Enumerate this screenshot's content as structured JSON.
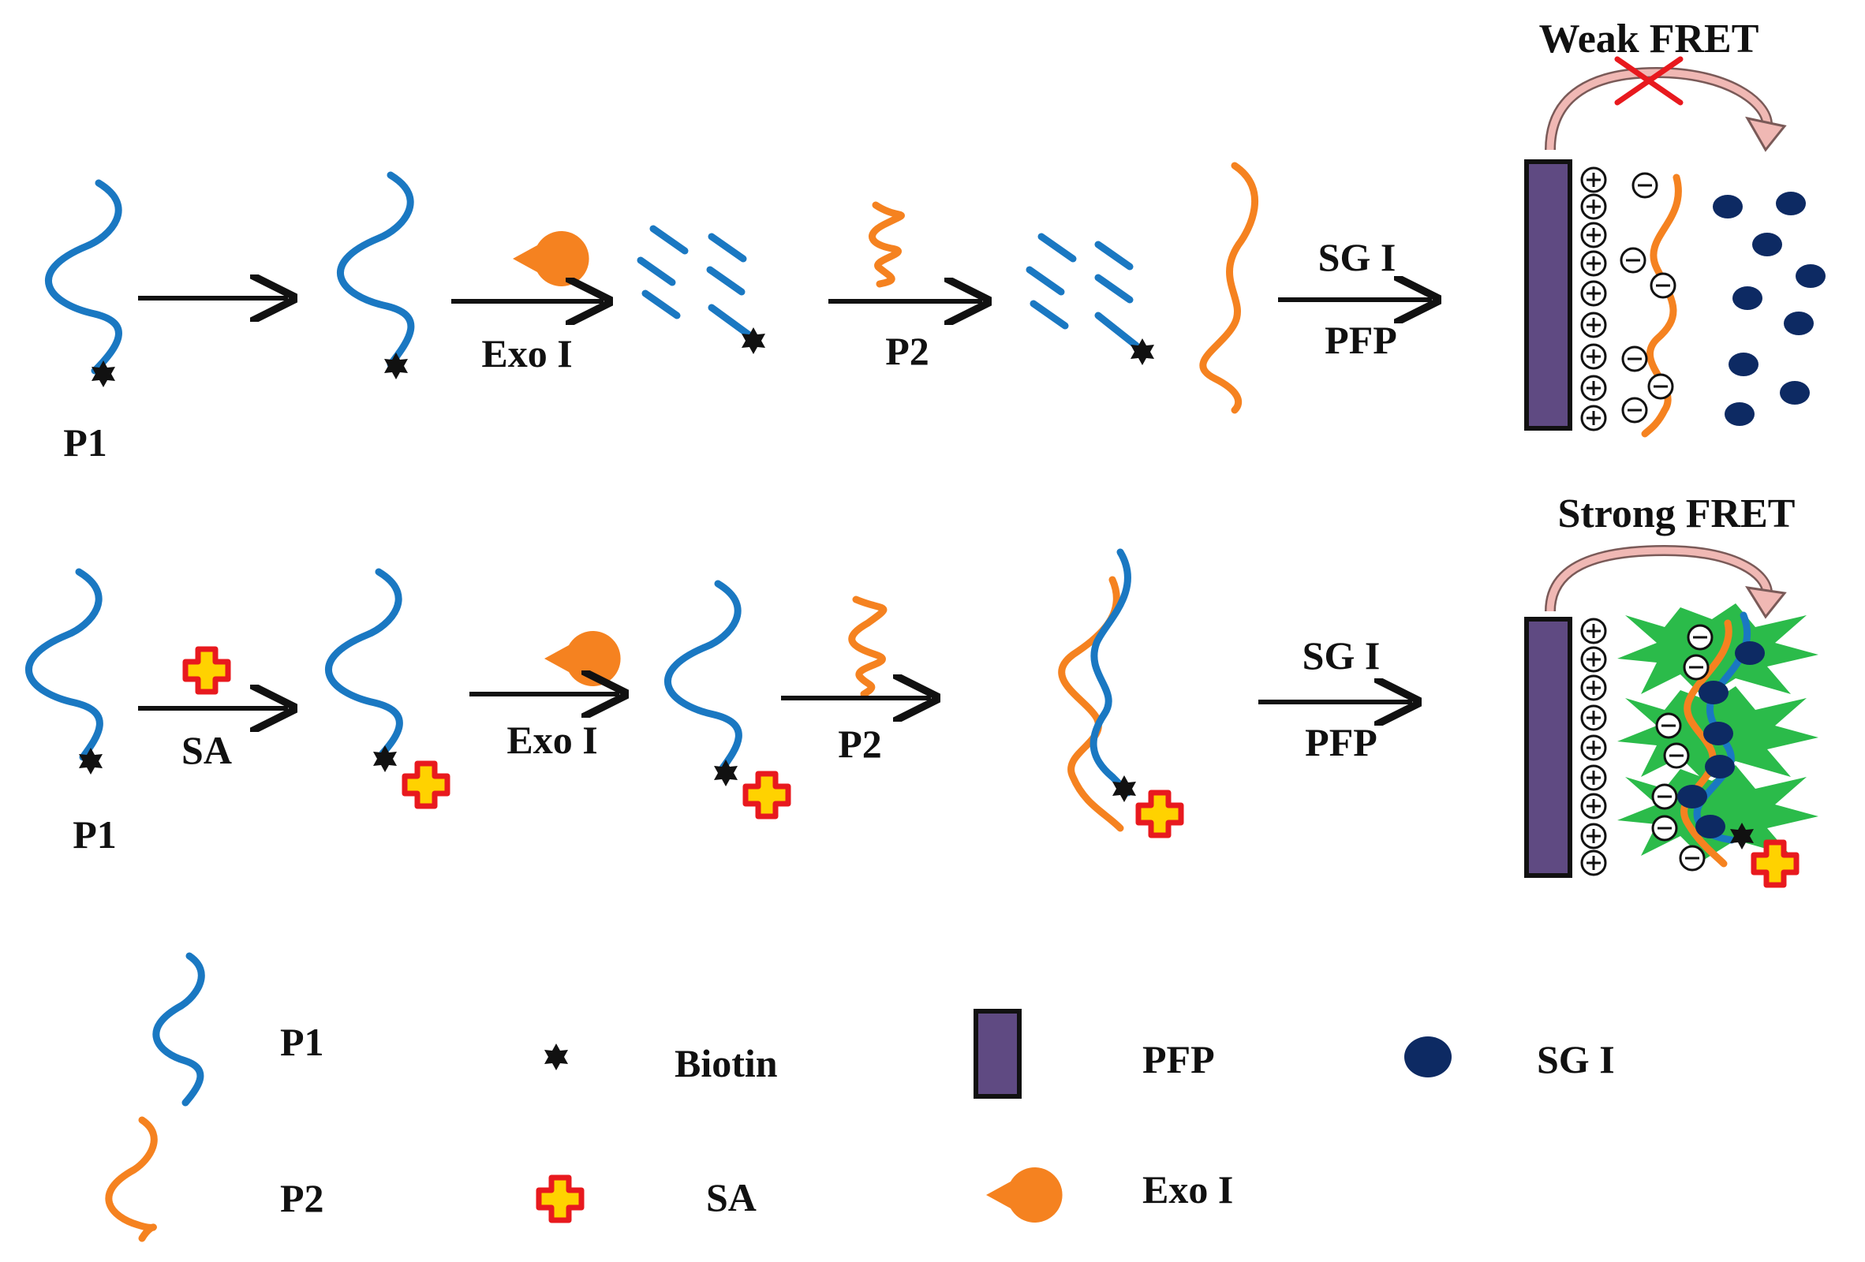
{
  "colors": {
    "p1": "#1a78c2",
    "p2": "#f58220",
    "exo": "#f58220",
    "sa_fill": "#ffd200",
    "sa_border": "#e8191e",
    "biotin": "#111111",
    "pfp": "#5f4a82",
    "sg": "#0d2a63",
    "pfp_stack": "#2bbb4a",
    "fret_arrow": "#f0b8b4",
    "cross": "#e8191e"
  },
  "top_row": {
    "p1_label": "P1",
    "exo_label": "Exo I",
    "p2_label": "P2",
    "step4_top": "SG I",
    "step4_bottom": "PFP",
    "result_label": "Weak FRET"
  },
  "bottom_row": {
    "p1_label": "P1",
    "sa_label": "SA",
    "exo_label": "Exo I",
    "p2_label": "P2",
    "step4_top": "SG I",
    "step4_bottom": "PFP",
    "result_label": "Strong FRET"
  },
  "legend": {
    "p1": "P1",
    "p2": "P2",
    "biotin": "Biotin",
    "sa": "SA",
    "pfp": "PFP",
    "exo": "Exo I",
    "sg": "SG I"
  }
}
